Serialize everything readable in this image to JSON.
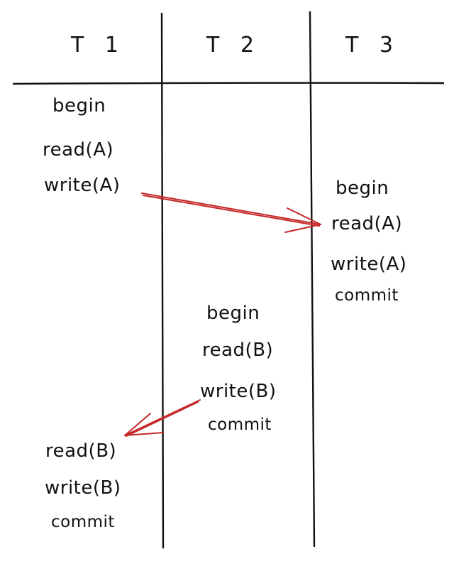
{
  "header": {
    "t1": "T 1",
    "t2": "T 2",
    "t3": "T 3"
  },
  "t1": {
    "begin": "begin",
    "read_a": "read(A)",
    "write_a": "write(A)",
    "read_b": "read(B)",
    "write_b": "write(B)",
    "commit": "commit"
  },
  "t2": {
    "begin": "begin",
    "read_b": "read(B)",
    "write_b": "write(B)",
    "commit": "commit"
  },
  "t3": {
    "begin": "begin",
    "read_a": "read(A)",
    "write_a": "write(A)",
    "commit": "commit"
  },
  "colors": {
    "ink": "#111111",
    "arrow": "#c62828"
  }
}
